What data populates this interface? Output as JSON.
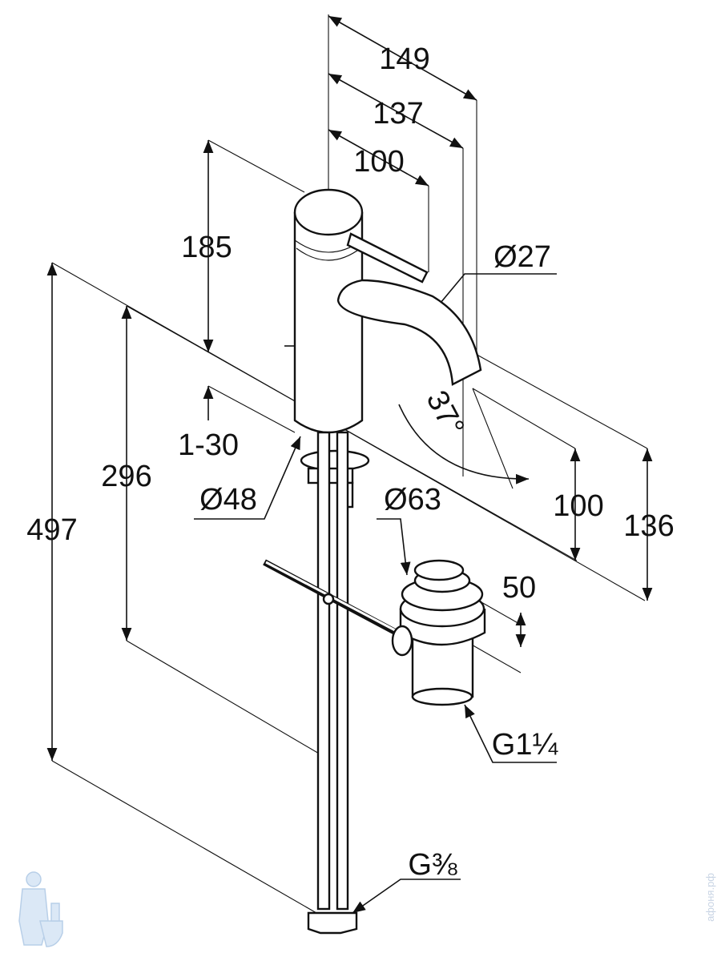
{
  "drawing": {
    "dimensions": {
      "width_total": "149",
      "width_spout": "137",
      "width_lever": "100",
      "height_body": "185",
      "spout_diameter": "Ø27",
      "spout_angle": "37°",
      "deck_thickness": "1-30",
      "rod_height": "296",
      "base_diameter": "Ø48",
      "drain_diameter": "Ø63",
      "spout_clearance": "100",
      "spout_height": "136",
      "hose_length": "497",
      "drain_height": "50",
      "drain_thread": "G1¼",
      "hose_thread": "G⅜"
    },
    "logo_icon": "plumber-with-toilet",
    "watermark": "афоня.рф"
  }
}
